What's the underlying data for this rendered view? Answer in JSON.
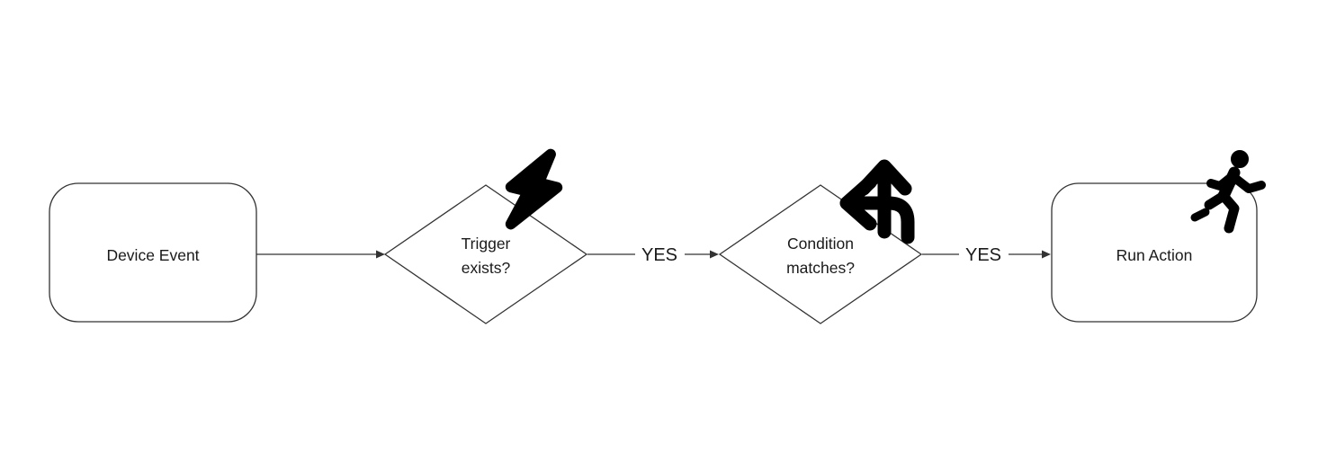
{
  "diagram": {
    "nodes": {
      "device_event": {
        "label": "Device Event"
      },
      "trigger_exists": {
        "label_line1": "Trigger",
        "label_line2": "exists?",
        "icon": "lightning-bolt-icon"
      },
      "condition_matches": {
        "label_line1": "Condition",
        "label_line2": "matches?",
        "icon": "arrows-split-up-left-icon"
      },
      "run_action": {
        "label": "Run Action",
        "icon": "running-person-icon"
      }
    },
    "edges": [
      {
        "from": "device_event",
        "to": "trigger_exists",
        "label": ""
      },
      {
        "from": "trigger_exists",
        "to": "condition_matches",
        "label": "YES"
      },
      {
        "from": "condition_matches",
        "to": "run_action",
        "label": "YES"
      }
    ],
    "colors": {
      "background": "#ffffff",
      "node_stroke": "#333333",
      "edge_stroke": "#333333",
      "text": "#1a1a1a",
      "icon": "#000000"
    }
  }
}
